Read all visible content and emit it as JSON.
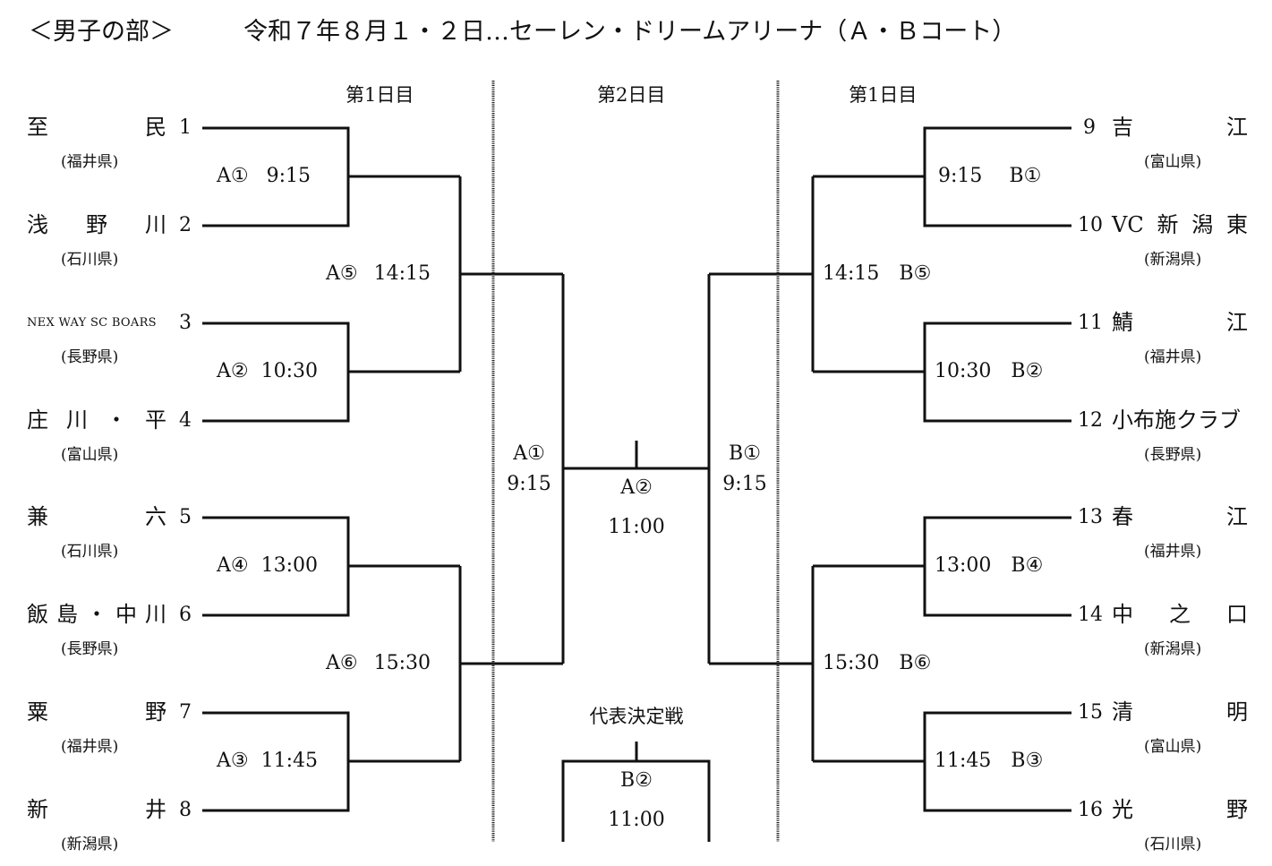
{
  "header": {
    "division": "＜男子の部＞",
    "event_info": "令和７年８月１・２日…セーレン・ドリームアリーナ（Ａ・Ｂコート）"
  },
  "day_labels": {
    "left": "第1日目",
    "center": "第2日目",
    "right": "第1日目"
  },
  "teams_left": [
    {
      "seed": "1",
      "name_chars": [
        "至",
        "民"
      ],
      "prefecture": "(福井県)"
    },
    {
      "seed": "2",
      "name_chars": [
        "浅",
        "野",
        "川"
      ],
      "prefecture": "(石川県)"
    },
    {
      "seed": "3",
      "name": "NEX WAY SC BOARS",
      "prefecture": "(長野県)"
    },
    {
      "seed": "4",
      "name_chars": [
        "庄",
        "川",
        "・",
        "平"
      ],
      "prefecture": "(富山県)"
    },
    {
      "seed": "5",
      "name_chars": [
        "兼",
        "六"
      ],
      "prefecture": "(石川県)"
    },
    {
      "seed": "6",
      "name_chars": [
        "飯",
        "島",
        "・",
        "中",
        "川"
      ],
      "prefecture": "(長野県)"
    },
    {
      "seed": "7",
      "name_chars": [
        "粟",
        "野"
      ],
      "prefecture": "(福井県)"
    },
    {
      "seed": "8",
      "name_chars": [
        "新",
        "井"
      ],
      "prefecture": "(新潟県)"
    }
  ],
  "teams_right": [
    {
      "seed": "9",
      "name_chars": [
        "吉",
        "江"
      ],
      "prefecture": "(富山県)"
    },
    {
      "seed": "10",
      "name_chars": [
        "VC",
        "新",
        "潟",
        "東"
      ],
      "prefecture": "(新潟県)"
    },
    {
      "seed": "11",
      "name_chars": [
        "鯖",
        "江"
      ],
      "prefecture": "(福井県)"
    },
    {
      "seed": "12",
      "name": "小布施クラブ",
      "prefecture": "(長野県)"
    },
    {
      "seed": "13",
      "name_chars": [
        "春",
        "江"
      ],
      "prefecture": "(福井県)"
    },
    {
      "seed": "14",
      "name_chars": [
        "中",
        "之",
        "口"
      ],
      "prefecture": "(新潟県)"
    },
    {
      "seed": "15",
      "name_chars": [
        "清",
        "明"
      ],
      "prefecture": "(富山県)"
    },
    {
      "seed": "16",
      "name_chars": [
        "光",
        "野"
      ],
      "prefecture": "(石川県)"
    }
  ],
  "matches_left_r1": [
    {
      "court": "A①",
      "time": "9:15"
    },
    {
      "court": "A②",
      "time": "10:30"
    },
    {
      "court": "A④",
      "time": "13:00"
    },
    {
      "court": "A③",
      "time": "11:45"
    }
  ],
  "matches_left_r2": [
    {
      "court": "A⑤",
      "time": "14:15"
    },
    {
      "court": "A⑥",
      "time": "15:30"
    }
  ],
  "matches_right_r1": [
    {
      "court": "B①",
      "time": "9:15"
    },
    {
      "court": "B②",
      "time": "10:30"
    },
    {
      "court": "B④",
      "time": "13:00"
    },
    {
      "court": "B③",
      "time": "11:45"
    }
  ],
  "matches_right_r2": [
    {
      "court": "B⑤",
      "time": "14:15"
    },
    {
      "court": "B⑥",
      "time": "15:30"
    }
  ],
  "semifinal_left": {
    "court": "A①",
    "time": "9:15"
  },
  "semifinal_right": {
    "court": "B①",
    "time": "9:15"
  },
  "final": {
    "court": "A②",
    "time": "11:00"
  },
  "playoff": {
    "label": "代表決定戦",
    "court": "B②",
    "time": "11:00"
  }
}
